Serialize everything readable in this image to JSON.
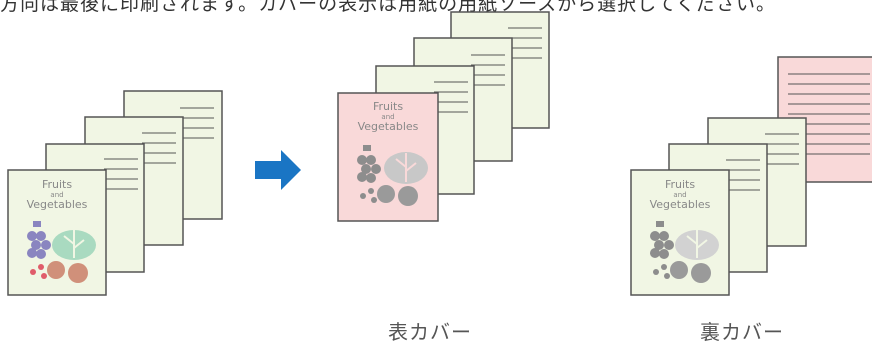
{
  "top_text": "方向は最後に印刷されます。カバーの表示は用紙の用紙ソースから選択してください。",
  "cover_label": [
    "Fruits",
    "and",
    "Vegetables"
  ],
  "captions": {
    "front_cover": "表カバー",
    "back_cover": "裏カバー"
  },
  "colors": {
    "page_fill": "#f1f6e4",
    "page_stroke": "#555555",
    "cover_pink": "#f9d9d9",
    "arrow": "#1a75c4"
  }
}
